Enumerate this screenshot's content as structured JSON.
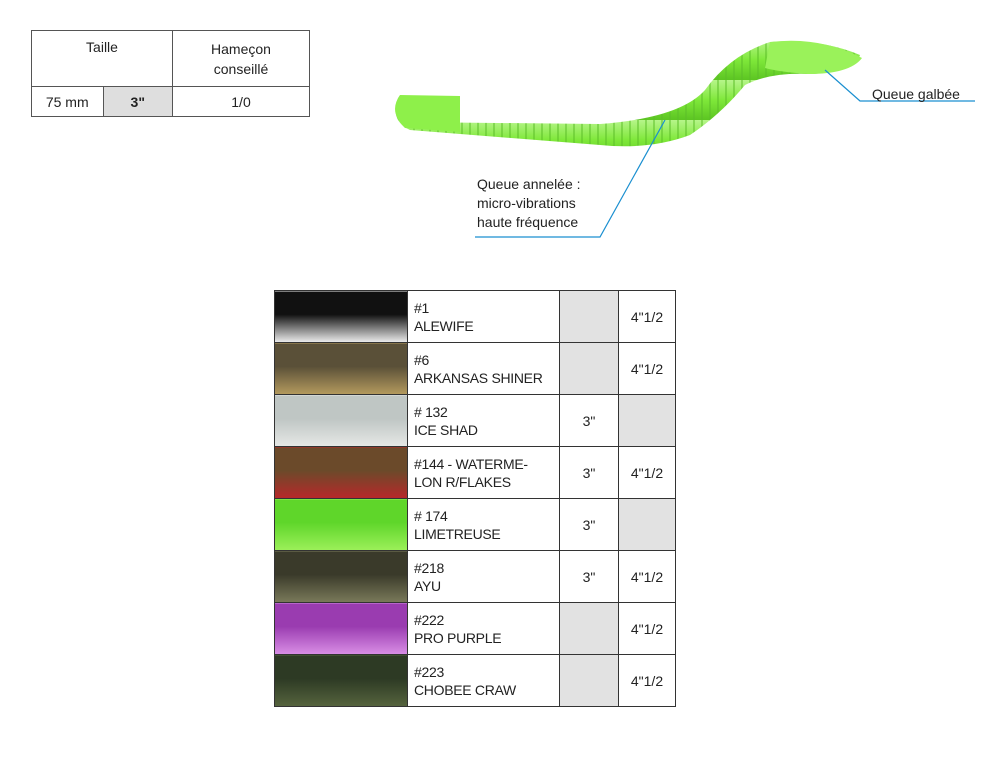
{
  "spec_table": {
    "size_header": "Taille",
    "hook_header_line1": "Hameçon",
    "hook_header_line2": "conseillé",
    "size_mm": "75 mm",
    "size_in": "3\"",
    "hook": "1/0"
  },
  "annotations": {
    "tail": "Queue galbée",
    "ribs_line1": "Queue annelée :",
    "ribs_line2": "micro-vibrations",
    "ribs_line3": "haute fréquence"
  },
  "colors": [
    {
      "code": "#1",
      "name": "ALEWIFE",
      "size3": "",
      "size45": "4\"1/2",
      "swatch": [
        "#111",
        "#eee"
      ]
    },
    {
      "code": "#6",
      "name": "ARKANSAS SHINER",
      "size3": "",
      "size45": "4\"1/2",
      "swatch": [
        "#5a5038",
        "#b49a5e"
      ]
    },
    {
      "code": "# 132",
      "name": "ICE SHAD",
      "size3": "3\"",
      "size45": "",
      "swatch": [
        "#bfc6c4",
        "#e6e8e6"
      ]
    },
    {
      "code": "#144 - WATERME-",
      "name": "LON R/FLAKES",
      "size3": "3\"",
      "size45": "4\"1/2",
      "swatch": [
        "#6b4a2a",
        "#b8282a"
      ]
    },
    {
      "code": "# 174",
      "name": "LIMETREUSE",
      "size3": "3\"",
      "size45": "",
      "swatch": [
        "#5fd62a",
        "#9cf05a"
      ]
    },
    {
      "code": "#218",
      "name": "AYU",
      "size3": "3\"",
      "size45": "4\"1/2",
      "swatch": [
        "#3a3a2a",
        "#7a7a5a"
      ]
    },
    {
      "code": "#222",
      "name": "PRO PURPLE",
      "size3": "",
      "size45": "4\"1/2",
      "swatch": [
        "#9a3cb0",
        "#d98ee6"
      ]
    },
    {
      "code": "#223",
      "name": "CHOBEE CRAW",
      "size3": "",
      "size45": "4\"1/2",
      "swatch": [
        "#2d3a24",
        "#56643e"
      ]
    }
  ]
}
